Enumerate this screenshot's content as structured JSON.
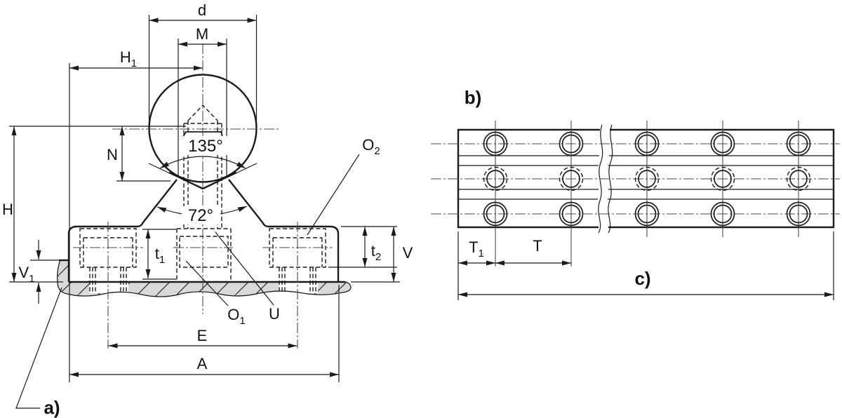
{
  "view_a": {
    "caption": "a)",
    "d": "d",
    "m": "M",
    "h1_base": "H",
    "h1_sub": "1",
    "n": "N",
    "h": "H",
    "v1_base": "V",
    "v1_sub": "1",
    "t1_base": "t",
    "t1_sub": "1",
    "t2_base": "t",
    "t2_sub": "2",
    "v": "V",
    "e": "E",
    "a_dim": "A",
    "o1_base": "O",
    "o1_sub": "1",
    "o2_base": "O",
    "o2_sub": "2",
    "u": "U",
    "angle_seat": "135°",
    "angle_neck": "72°"
  },
  "view_b": {
    "caption": "b)",
    "t1_base": "T",
    "t1_sub": "1",
    "t": "T",
    "c": "c)"
  }
}
